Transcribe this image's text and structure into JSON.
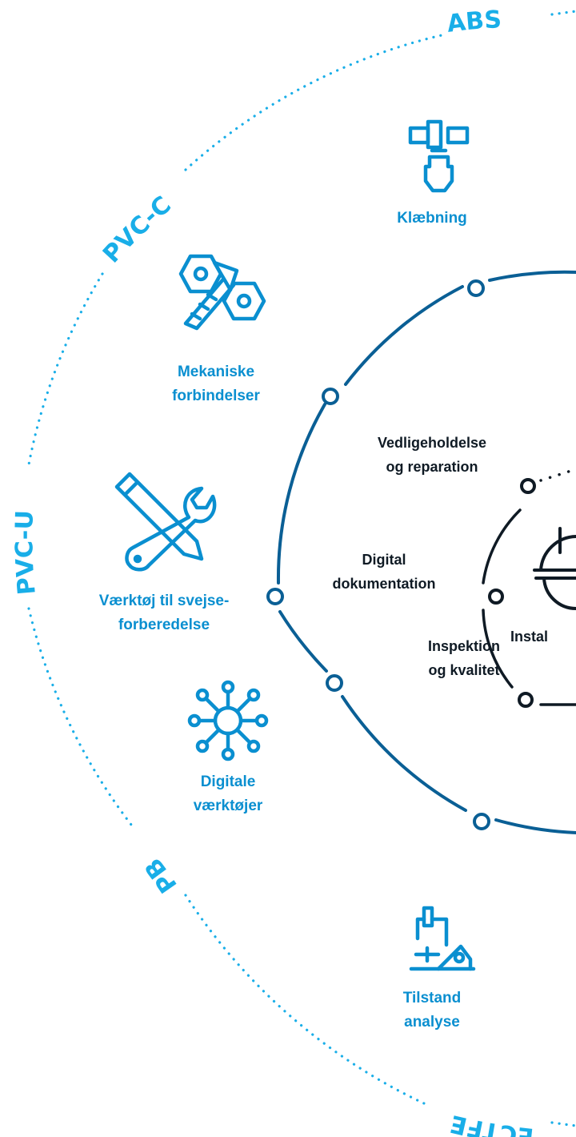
{
  "colors": {
    "accent": "#0a8fd0",
    "ring_dark": "#0a5f95",
    "outer_ring": "#19aee8",
    "text_dark": "#0f1a24"
  },
  "materials": {
    "abs": "ABS",
    "pvc_c": "PVC-C",
    "pvc_u": "PVC-U",
    "pb": "PB",
    "ectfe": "ECTFE"
  },
  "tools": [
    {
      "icon": "glue-brush-icon",
      "lines": [
        "Klæbning"
      ]
    },
    {
      "icon": "bolts-nuts-icon",
      "lines": [
        "Mekaniske",
        "forbindelser"
      ]
    },
    {
      "icon": "wrench-pencil-icon",
      "lines": [
        "Værktøj til svejse-",
        "forberedelse"
      ]
    },
    {
      "icon": "network-hub-icon",
      "lines": [
        "Digitale",
        "værktøjer"
      ]
    },
    {
      "icon": "microscope-icon",
      "lines": [
        "Tilstand",
        "analyse"
      ]
    }
  ],
  "services": [
    {
      "lines": [
        "Vedligeholdelse",
        "og reparation"
      ]
    },
    {
      "lines": [
        "Digital",
        "dokumentation"
      ]
    },
    {
      "lines": [
        "Inspektion",
        "og kvalitet"
      ]
    }
  ],
  "center": {
    "icon": "hardhat-worker-icon",
    "label": "Instal"
  }
}
